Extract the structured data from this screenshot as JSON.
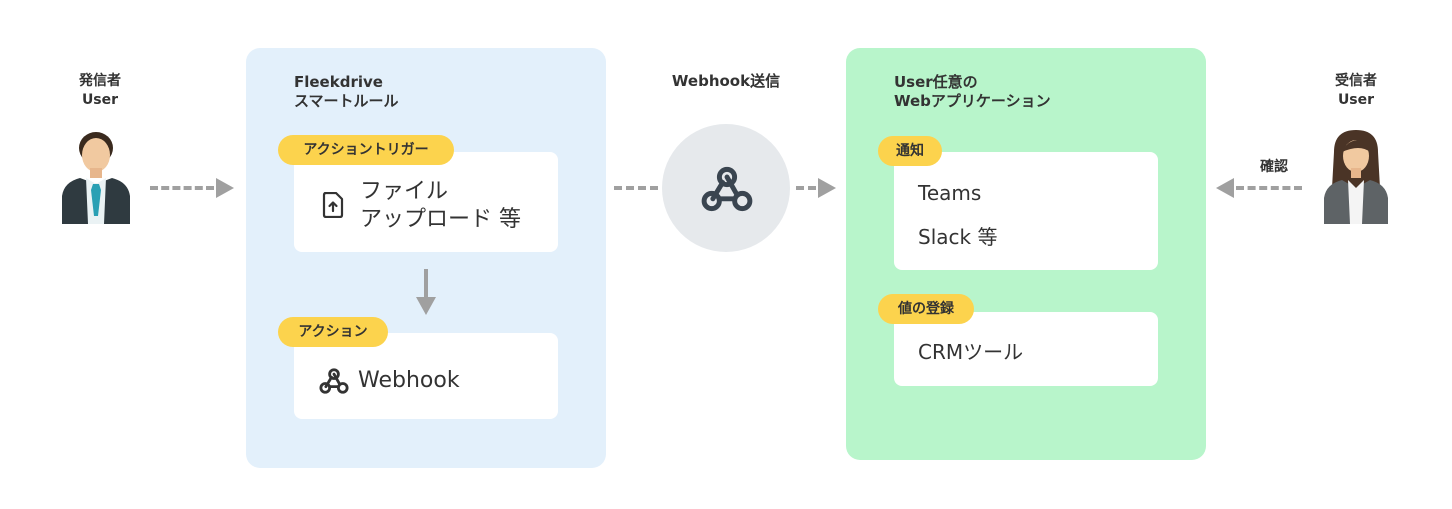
{
  "sender": {
    "line1": "発信者",
    "line2": "User",
    "icon": "man-avatar-icon"
  },
  "receiver": {
    "line1": "受信者",
    "line2": "User",
    "icon": "woman-avatar-icon"
  },
  "fleekdrive": {
    "title_line1": "Fleekdrive",
    "title_line2": "スマートルール",
    "trigger_badge": "アクショントリガー",
    "trigger_line1": "ファイル",
    "trigger_line2": "アップロード 等",
    "trigger_icon": "file-upload-icon",
    "action_badge": "アクション",
    "action_label": "Webhook",
    "action_icon": "webhook-icon"
  },
  "webhook_send": {
    "label": "Webhook送信",
    "icon": "webhook-icon"
  },
  "webapp": {
    "title_line1": "User任意の",
    "title_line2": "Webアプリケーション",
    "notify_badge": "通知",
    "notify_line1": "Teams",
    "notify_line2": "Slack 等",
    "register_badge": "値の登録",
    "register_label": "CRMツール"
  },
  "confirm_label": "確認",
  "colors": {
    "blue_panel": "#e3f0fb",
    "green_panel": "#b8f5cb",
    "badge": "#fcd34d",
    "arrow": "#a0a0a0"
  }
}
